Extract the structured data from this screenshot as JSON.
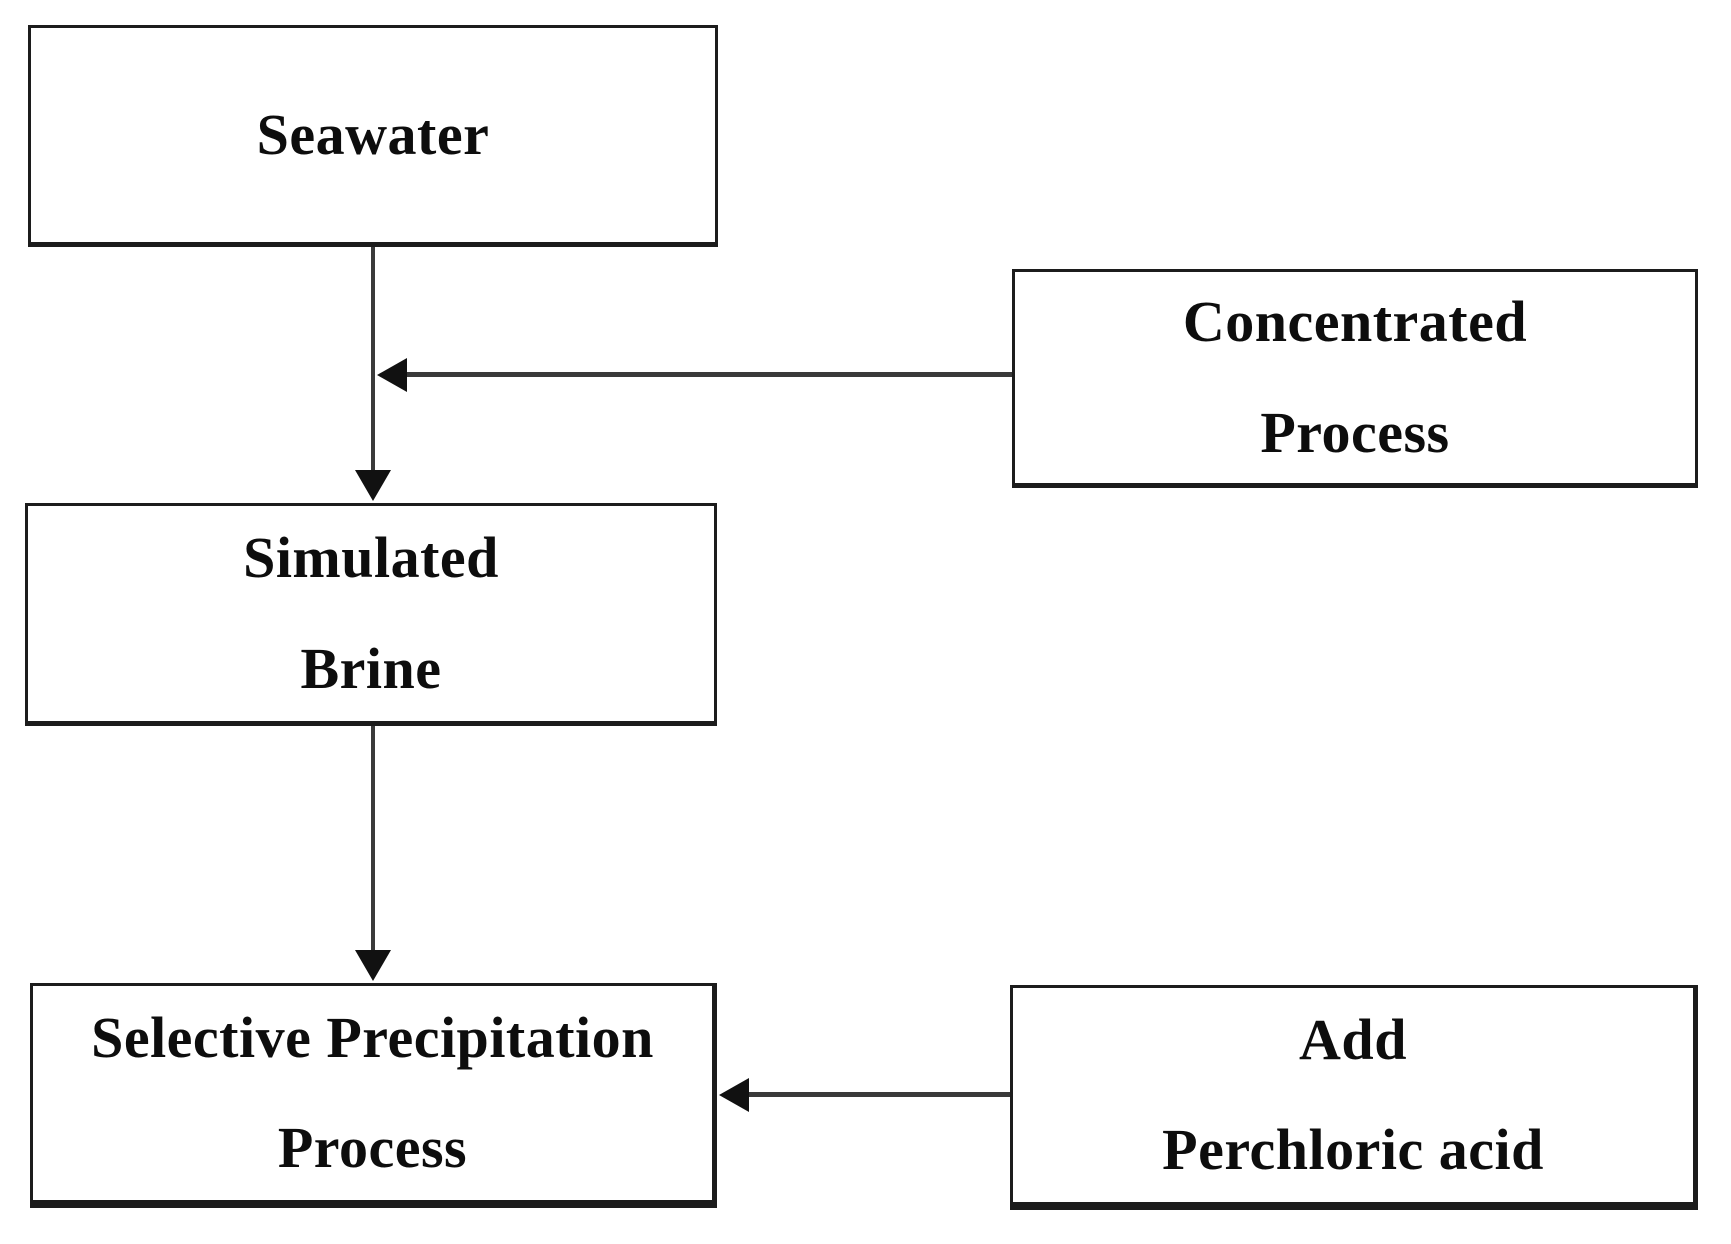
{
  "diagram": {
    "type": "flowchart",
    "background_color": "#ffffff",
    "box_border_color": "#1c1c1c",
    "arrow_color": "#3a3a3a",
    "text_color": "#0d0d0d",
    "nodes": {
      "seawater": {
        "lines": [
          "Seawater"
        ]
      },
      "concentrated": {
        "lines": [
          "Concentrated",
          "Process"
        ]
      },
      "simulated_brine": {
        "lines": [
          "Simulated",
          "Brine"
        ]
      },
      "selective_precipitation": {
        "lines": [
          "Selective Precipitation",
          "Process"
        ]
      },
      "add_perchloric": {
        "lines": [
          "Add",
          "Perchloric acid"
        ]
      }
    },
    "edges": [
      {
        "from": "seawater",
        "to": "simulated_brine",
        "style": "arrow-down"
      },
      {
        "from": "concentrated",
        "to": "seawater_to_simulated_brine_connector",
        "style": "arrow-left"
      },
      {
        "from": "simulated_brine",
        "to": "selective_precipitation",
        "style": "arrow-down"
      },
      {
        "from": "add_perchloric",
        "to": "selective_precipitation",
        "style": "arrow-left"
      }
    ]
  }
}
